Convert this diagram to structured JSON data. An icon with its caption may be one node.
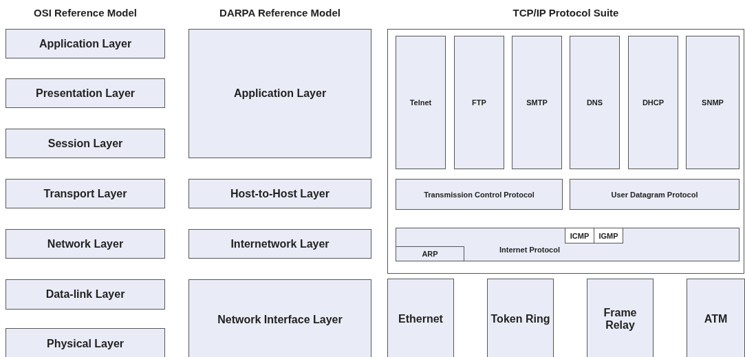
{
  "diagram": {
    "nodes": [
      {
        "text": [
          "Application Layer"
        ]
      },
      {
        "text": [
          "Presentation Layer"
        ]
      },
      {
        "text": [
          "Session Layer"
        ]
      },
      {
        "text": [
          "Transport Layer"
        ]
      },
      {
        "text": [
          "Network Layer"
        ]
      },
      {
        "text": [
          "Data-link Layer"
        ]
      },
      {
        "text": [
          "Physical Layer"
        ]
      },
      {
        "text": [
          "Application Layer"
        ]
      },
      {
        "text": [
          "Host-to-Host Layer"
        ]
      },
      {
        "text": [
          "Internetwork Layer"
        ]
      },
      {
        "text": [
          "Network Interface Layer"
        ]
      },
      {
        "text": [],
        "shape": "box"
      },
      {
        "text": [
          "Telnet"
        ],
        "in": 11
      },
      {
        "text": [
          "FTP"
        ],
        "in": 11
      },
      {
        "text": [
          "SMTP"
        ],
        "in": 11
      },
      {
        "text": [
          "DNS"
        ],
        "in": 11
      },
      {
        "text": [
          "DHCP"
        ],
        "in": 11
      },
      {
        "text": [
          "SNMP"
        ],
        "in": 11
      },
      {
        "text": [
          "Transmission Control Protocol"
        ],
        "in": 11
      },
      {
        "text": [
          "User Datagram Protocol"
        ],
        "in": 11
      },
      {
        "text": [
          "Internet Protocol"
        ],
        "in": 11
      },
      {
        "text": [
          "ICMP"
        ],
        "in": 20
      },
      {
        "text": [
          "IGMP"
        ],
        "in": 20
      },
      {
        "text": [
          "ARP"
        ],
        "in": 20
      },
      {
        "text": [
          "Ethernet"
        ]
      },
      {
        "text": [
          "Token Ring"
        ]
      },
      {
        "text": [
          "Frame Relay"
        ]
      },
      {
        "text": [
          "ATM"
        ]
      }
    ],
    "edges": [],
    "labels": [
      "OSI Reference Model",
      "DARPA Reference Model",
      "TCP/IP Protocol Suite"
    ]
  }
}
